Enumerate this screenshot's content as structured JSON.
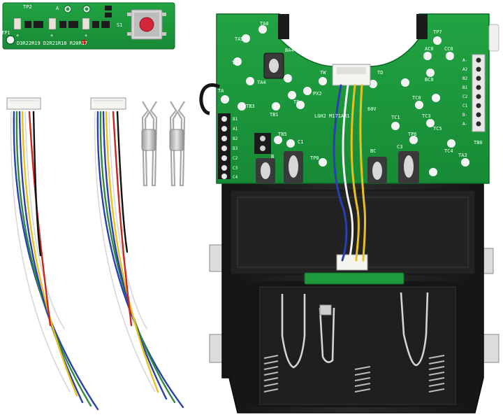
{
  "colors": {
    "pcb_green": "#1f9a3c",
    "pcb_dark": "#137a2c",
    "silkscreen": "#ffffff",
    "housing_black": "#1b1b1b",
    "housing_mid": "#2c2c2c",
    "wire_blue": "#2a3fb0",
    "wire_yellow": "#e8c21a",
    "wire_red": "#c8261e",
    "wire_white": "#f2f2f2",
    "wire_green": "#2f8a3a",
    "wire_black": "#111111",
    "button_red": "#d3263a",
    "metal": "#cfcfcf",
    "connector_white": "#f4f4f0"
  },
  "small_board": {
    "labels": {
      "tp2": "TP2",
      "a": "A",
      "tp1": "TP1",
      "s1": "S1",
      "plus1": "+",
      "plus2": "+",
      "plus3": "+",
      "row": "D3R22R19 D2R21R18 R20R17"
    }
  },
  "main_board": {
    "labels": {
      "ta0": "TA0",
      "ta5": "TA5",
      "ba4": "BA4",
      "ta2": "TA2",
      "ta4": "TA4",
      "ta": "TA",
      "tb3": "TB3",
      "tb1": "TB1",
      "tb": "TB",
      "px2": "PX2",
      "tp7": "TP7",
      "ac0": "AC0",
      "cc0": "CC0",
      "bc0": "BC0",
      "tc0": "TC0",
      "tc2": "TC2",
      "tc3": "TC3",
      "tc5": "TC5",
      "tc4": "TC4",
      "tb0": "TB0",
      "ta3": "TA3",
      "tb5": "TB5",
      "c1": "C1",
      "b": "B",
      "tp8": "TP8",
      "c3": "C3",
      "bc": "BC",
      "tp6": "TP6",
      "tc1": "TC1",
      "model": "60V",
      "code": "LGH2  M171AR1",
      "tw": "TW",
      "td": "TD",
      "left_pins": [
        "B1",
        "A1",
        "B2",
        "B3",
        "C2",
        "C3",
        "C4"
      ],
      "right_pins": [
        "A-",
        "A2",
        "B2",
        "B1",
        "C2",
        "C1",
        "B-",
        "A-"
      ]
    }
  }
}
